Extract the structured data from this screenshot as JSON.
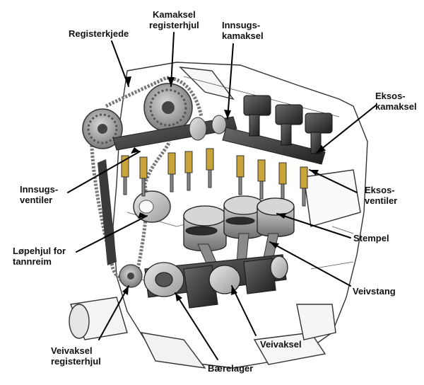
{
  "diagram": {
    "labels": {
      "registerkjede": "Registerkjede",
      "kamaksel_registerhjul_1": "Kamaksel",
      "kamaksel_registerhjul_2": "registerhjul",
      "innsugs_kamaksel_1": "Innsugs-",
      "innsugs_kamaksel_2": "kamaksel",
      "eksos_kamaksel_1": "Eksos-",
      "eksos_kamaksel_2": "kamaksel",
      "innsugs_ventiler_1": "Innsugs-",
      "innsugs_ventiler_2": "ventiler",
      "eksos_ventiler_1": "Eksos-",
      "eksos_ventiler_2": "ventiler",
      "stempel": "Stempel",
      "lopehjul_1": "Løpehjul for",
      "lopehjul_2": "tannreim",
      "veivstang": "Veivstang",
      "veivaksel": "Veivaksel",
      "veivaksel_registerhjul_1": "Veivaksel",
      "veivaksel_registerhjul_2": "registerhjul",
      "baerelager": "Bærelager"
    }
  }
}
